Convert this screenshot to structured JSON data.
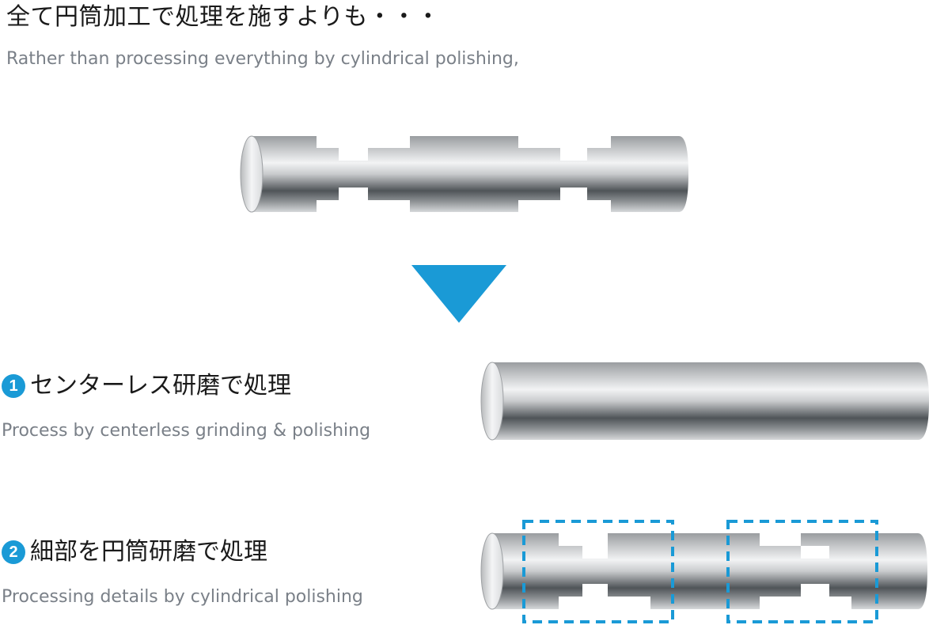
{
  "header": {
    "title_jp": "全て円筒加工で処理を施すよりも・・・",
    "title_en": "Rather than processing everything by cylindrical polishing,"
  },
  "steps": [
    {
      "number": "1",
      "title_jp": "センターレス研磨で処理",
      "title_en": "Process by centerless grinding & polishing"
    },
    {
      "number": "2",
      "title_jp": "細部を円筒研磨で処理",
      "title_en": "Processing details by cylindrical polishing"
    }
  ],
  "colors": {
    "accent": "#1a9ad6",
    "heading_text": "#1a1a1a",
    "sub_text": "#7a8088",
    "highlight_dash": "#1a9ad6"
  },
  "icons": {
    "arrow": "down-triangle-icon"
  }
}
